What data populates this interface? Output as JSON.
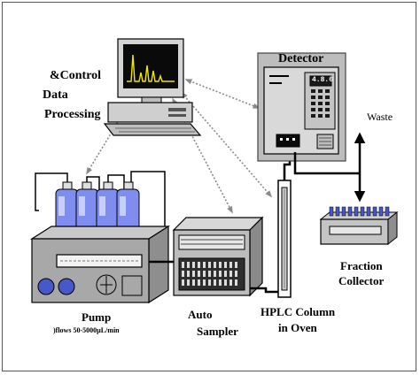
{
  "labels": {
    "control": "&Control",
    "data": "Data",
    "processing": "Processing",
    "detector": "Detector",
    "detector_display": "4.8.6",
    "waste": "Waste",
    "fraction": "Fraction",
    "collector": "Collector",
    "pump": "Pump",
    "pump_flow": ")flows 50-5000µL/min",
    "auto": "Auto",
    "sampler": "Sampler",
    "hplc_column": "HPLC Column",
    "in_oven": "in Oven"
  },
  "colors": {
    "detector_box": "#bdbdbd",
    "detector_panel": "#d9d9d9",
    "pump_body": "#a8a8a8",
    "bottle_fill": "#7f8cf0",
    "bottle_cap": "#dedede",
    "monitor_screen": "#0a0a0a",
    "chromatogram_trace": "#f2e600",
    "column_tube": "#d0d0d0",
    "cable": "#000000",
    "data_link": "#8a8a8a"
  },
  "icons": [
    "computer-icon",
    "chromatogram-icon",
    "solvent-bottle-icon",
    "pump-icon",
    "autosampler-icon",
    "column-icon",
    "detector-icon",
    "fraction-collector-icon",
    "waste-arrow-icon"
  ]
}
